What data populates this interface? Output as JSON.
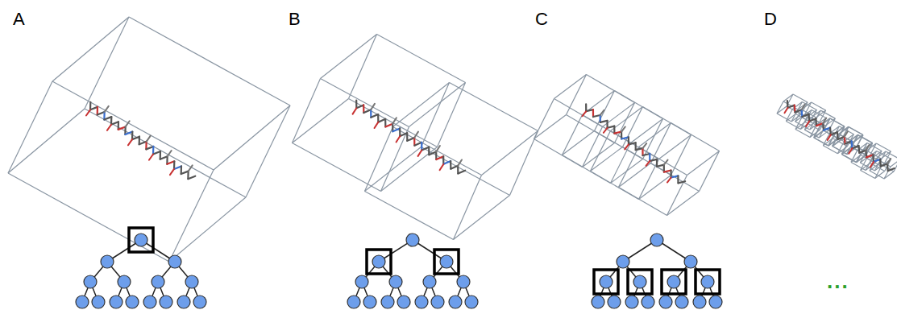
{
  "diagram": {
    "labels": [
      "A",
      "B",
      "C",
      "D",
      "..."
    ]
  }
}
